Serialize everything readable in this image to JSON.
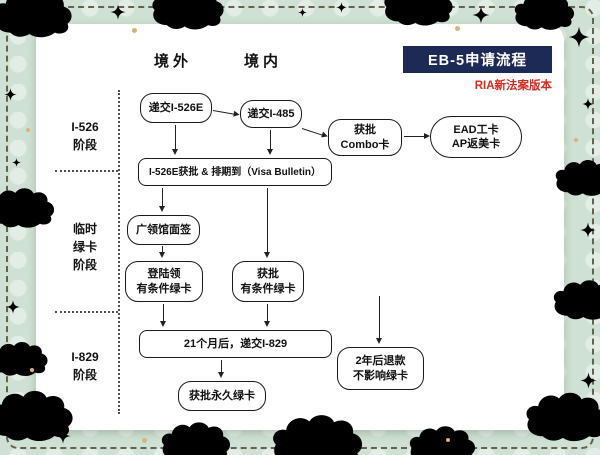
{
  "title": {
    "main": "EB-5申请流程",
    "sub": "RIA新法案版本"
  },
  "columns": {
    "overseas": "境外",
    "domestic": "境内"
  },
  "phases": [
    {
      "lines": [
        "I-526",
        "阶段"
      ]
    },
    {
      "lines": [
        "临时",
        "绿卡",
        "阶段"
      ]
    },
    {
      "lines": [
        "I-829",
        "阶段"
      ]
    }
  ],
  "nodes": {
    "submit_i526e": {
      "label": "递交I-526E"
    },
    "submit_i485": {
      "label": "递交I-485"
    },
    "combo_card": {
      "lines": [
        "获批",
        "Combo卡"
      ]
    },
    "ead_ap": {
      "lines": [
        "EAD工卡",
        "AP返美卡"
      ]
    },
    "approval_priority": {
      "label": "I-526E获批 & 排期到（Visa Bulletin）"
    },
    "consulate_interview": {
      "label": "广领馆面签"
    },
    "land_conditional": {
      "lines": [
        "登陆领",
        "有条件绿卡"
      ]
    },
    "approved_conditional": {
      "lines": [
        "获批",
        "有条件绿卡"
      ]
    },
    "file_i829": {
      "label": "21个月后，递交I-829"
    },
    "permanent_card": {
      "label": "获批永久绿卡"
    },
    "refund": {
      "lines": [
        "2年后退款",
        "不影响绿卡"
      ]
    }
  },
  "colors": {
    "title_bg": "#1e2a56",
    "subtitle_red": "#d42b20",
    "frame_mint": "#cfe1d4",
    "cloud_cream": "#fcf4de",
    "cloud_pink_stroke": "#e59a94",
    "star_gold": "#ddaa4a",
    "node_border": "#1a1a1a"
  }
}
